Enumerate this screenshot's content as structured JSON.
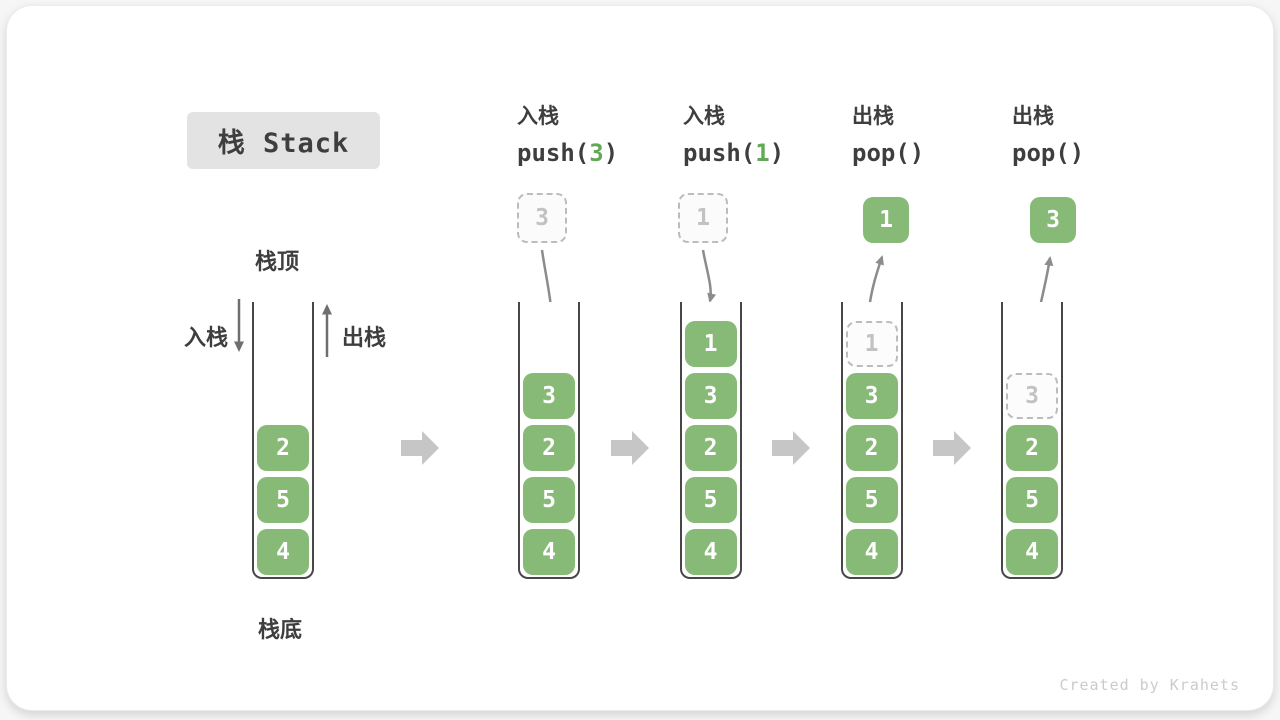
{
  "title": {
    "text": "栈 Stack"
  },
  "stack_labels": {
    "top": "栈顶",
    "bottom": "栈底",
    "push": "入栈",
    "pop": "出栈"
  },
  "watermark": "Created by Krahets",
  "colors": {
    "cell_green": "#87BA76",
    "code_arg_green": "#62A957",
    "text_dark": "#3E3E3E",
    "wall": "#474747",
    "ghost_border": "#BCBCBC",
    "ghost_text": "#C2C2C2",
    "flow_arrow": "#8C8C8C",
    "side_arrow": "#6E6E6E",
    "block_arrow": "#C6C6C6",
    "title_bg": "#E3E3E3",
    "watermark_gray": "#CBCBCB"
  },
  "columns": [
    {
      "name": "stack-initial",
      "header": null,
      "above": null,
      "cells": [
        {
          "value": "2",
          "ghost": false
        },
        {
          "value": "5",
          "ghost": false
        },
        {
          "value": "4",
          "ghost": false
        }
      ]
    },
    {
      "name": "stack-after-push-3",
      "header": {
        "op_label": "入栈",
        "code_prefix": "push(",
        "code_arg": "3",
        "code_suffix": ")"
      },
      "above": {
        "type": "ghost",
        "value": "3"
      },
      "cells": [
        {
          "value": "3",
          "ghost": false
        },
        {
          "value": "2",
          "ghost": false
        },
        {
          "value": "5",
          "ghost": false
        },
        {
          "value": "4",
          "ghost": false
        }
      ]
    },
    {
      "name": "stack-after-push-1",
      "header": {
        "op_label": "入栈",
        "code_prefix": "push(",
        "code_arg": "1",
        "code_suffix": ")"
      },
      "above": {
        "type": "ghost",
        "value": "1"
      },
      "cells": [
        {
          "value": "1",
          "ghost": false
        },
        {
          "value": "3",
          "ghost": false
        },
        {
          "value": "2",
          "ghost": false
        },
        {
          "value": "5",
          "ghost": false
        },
        {
          "value": "4",
          "ghost": false
        }
      ]
    },
    {
      "name": "stack-after-pop-1",
      "header": {
        "op_label": "出栈",
        "code_prefix": "pop()",
        "code_arg": "",
        "code_suffix": ""
      },
      "above": {
        "type": "badge",
        "value": "1"
      },
      "cells": [
        {
          "value": "1",
          "ghost": true
        },
        {
          "value": "3",
          "ghost": false
        },
        {
          "value": "2",
          "ghost": false
        },
        {
          "value": "5",
          "ghost": false
        },
        {
          "value": "4",
          "ghost": false
        }
      ]
    },
    {
      "name": "stack-after-pop-3",
      "header": {
        "op_label": "出栈",
        "code_prefix": "pop()",
        "code_arg": "",
        "code_suffix": ""
      },
      "above": {
        "type": "badge",
        "value": "3"
      },
      "cells": [
        {
          "value": "3",
          "ghost": true
        },
        {
          "value": "2",
          "ghost": false
        },
        {
          "value": "5",
          "ghost": false
        },
        {
          "value": "4",
          "ghost": false
        }
      ]
    }
  ],
  "transitions": [
    {
      "icon": "block-arrow-right"
    },
    {
      "icon": "block-arrow-right"
    },
    {
      "icon": "block-arrow-right"
    },
    {
      "icon": "block-arrow-right"
    }
  ]
}
